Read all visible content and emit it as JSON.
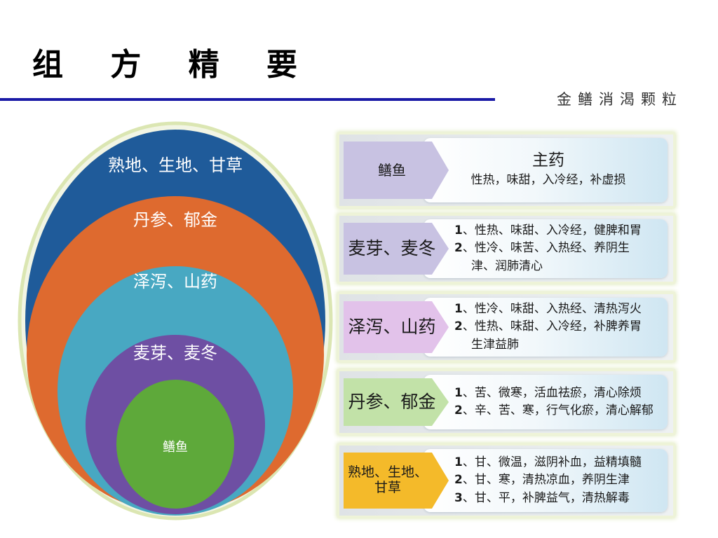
{
  "slide": {
    "title": "组 方 精 要",
    "product": "金鳝消渴颗粒"
  },
  "colors": {
    "title_rule": "#1a1aa6",
    "ring_outer": "#1f5b9a",
    "ring_orange": "#de6a2f",
    "ring_teal": "#48a8c2",
    "ring_purple": "#6e4fa3",
    "core_green": "#5ea93a",
    "tag_purple": "#c8c2e2",
    "tag_pink": "#e2c2ea",
    "tag_green": "#c2e2a8",
    "tag_yellow": "#f4ba2a"
  },
  "rings": [
    {
      "label": "熟地、生地、甘草"
    },
    {
      "label": "丹参、郁金"
    },
    {
      "label": "泽泻、山药"
    },
    {
      "label": "麦芽、麦冬"
    },
    {
      "label": "鳝鱼"
    }
  ],
  "rows": [
    {
      "tag": "鳝鱼",
      "heading": "主药",
      "desc": "性热，味甜，入冷经，补虚损"
    },
    {
      "tag": "麦芽、麦冬",
      "items": [
        {
          "num": "1",
          "text": "、性热、味甜、入冷经，健脾和胃"
        },
        {
          "num": "2",
          "text": "、性冷、味苦、入热经、养阴生"
        },
        {
          "num": "",
          "text": "津、润肺清心"
        }
      ]
    },
    {
      "tag": "泽泻、山药",
      "items": [
        {
          "num": "1",
          "text": "、性冷、味甜、入热经、清热泻火"
        },
        {
          "num": "2",
          "text": "、性热、味甜、入冷经，补脾养胃"
        },
        {
          "num": "",
          "text": "生津益肺"
        }
      ]
    },
    {
      "tag": "丹参、郁金",
      "items": [
        {
          "num": "1",
          "text": "、苦、微寒，活血祛瘀，清心除烦"
        },
        {
          "num": "2",
          "text": "、辛、苦、寒，行气化瘀，清心解郁"
        }
      ]
    },
    {
      "tag": "熟地、生地、甘草",
      "tag_line1": "熟地、生地、",
      "tag_line2": "甘草",
      "items": [
        {
          "num": "1",
          "text": "、甘、微温，滋阴补血，益精填髓"
        },
        {
          "num": "2",
          "text": "、甘、寒，清热凉血，养阴生津"
        },
        {
          "num": "3",
          "text": "、甘、平，补脾益气，清热解毒"
        }
      ]
    }
  ]
}
